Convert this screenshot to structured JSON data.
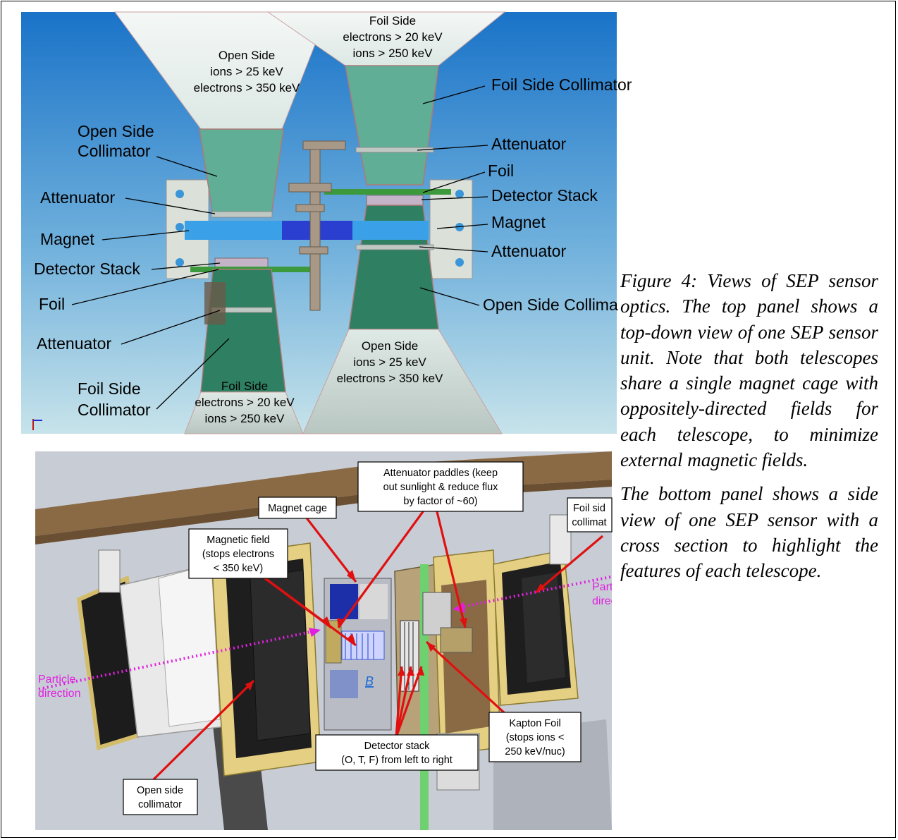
{
  "top_panel": {
    "open_side_top": [
      "Open Side",
      "ions > 25 keV",
      "electrons > 350 keV"
    ],
    "foil_side_top": [
      "Foil Side",
      "electrons > 20 keV",
      "ions > 250 keV"
    ],
    "open_side_bottom": [
      "Open Side",
      "ions > 25 keV",
      "electrons > 350 keV"
    ],
    "foil_side_bottom": [
      "Foil Side",
      "electrons > 20 keV",
      "ions > 250 keV"
    ],
    "left_labels": {
      "open_side_collimator": [
        "Open Side",
        "Collimator"
      ],
      "attenuator_1": "Attenuator",
      "magnet": "Magnet",
      "detector_stack": "Detector Stack",
      "foil": "Foil",
      "attenuator_2": "Attenuator",
      "foil_side_collimator": [
        "Foil Side",
        "Collimator"
      ]
    },
    "right_labels": {
      "foil_side_collimator": "Foil Side Collimator",
      "attenuator_1": "Attenuator",
      "foil": "Foil",
      "detector_stack": "Detector Stack",
      "magnet": "Magnet",
      "attenuator_2": "Attenuator",
      "open_side_collimator": "Open Side Collima"
    }
  },
  "bottom_panel": {
    "magnet_cage": "Magnet cage",
    "attenuator_paddles": [
      "Attenuator paddles (keep",
      "out sunlight & reduce flux",
      "by factor of ~60)"
    ],
    "foil_side_collimator": [
      "Foil sid",
      "collimat"
    ],
    "magnetic_field": [
      "Magnetic field",
      "(stops electrons",
      "< 350 keV)"
    ],
    "particle_direction_left": [
      "Particle",
      "direction"
    ],
    "particle_direction_right": [
      "Parti",
      "direc"
    ],
    "b_label": "B",
    "detector_stack": [
      "Detector stack",
      "(O, T, F) from left to right"
    ],
    "kapton_foil": [
      "Kapton Foil",
      "(stops ions <",
      "250 keV/nuc)"
    ],
    "open_side_collimator": [
      "Open side",
      "collimator"
    ]
  },
  "caption": {
    "paragraph_1": "Figure 4: Views of SEP sensor optics. The top panel shows a top-down view of one SEP sensor unit. Note that both telescopes share a single magnet cage with oppositely-directed fields for each telescope, to minimize external magnetic fields.",
    "paragraph_2": "The bottom panel shows a side view of one SEP sensor with a cross section to highlight the features of each telescope."
  },
  "colors": {
    "sky_top": "#1a73c8",
    "sky_bottom": "#c7e3ea",
    "collimator_teal": "#5fae95",
    "magnet_blue": "#3aa0e8",
    "magnet_dark": "#2a3ed0",
    "arrow_red": "#e01010",
    "particle_magenta": "#e020e0",
    "cad_background": "#c8cdd5",
    "frame_gold": "#e4cf82",
    "plate_brown": "#8a6a45"
  }
}
